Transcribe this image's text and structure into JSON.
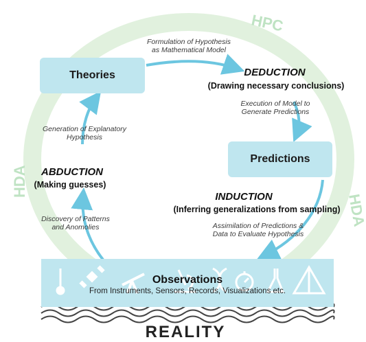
{
  "band_labels": {
    "top": "HPC",
    "left": "HDA",
    "right": "HDA"
  },
  "nodes": {
    "theories": "Theories",
    "predictions": "Predictions",
    "observations": "Observations",
    "observations_sub": "From Instruments, Sensors, Records, Visualizations etc."
  },
  "steps": {
    "formulation": [
      "Formulation of Hypothesis",
      "as Mathematical Model"
    ],
    "deduction_title": "DEDUCTION",
    "deduction_sub": "(Drawing necessary conclusions)",
    "execution": [
      "Execution of Model to",
      "Generate Predictions"
    ],
    "induction_title": "INDUCTION",
    "induction_sub": "(Inferring generalizations from sampling)",
    "assimilation": [
      "Assimilation of Predictions &",
      "Data to Evaluate Hypothesis"
    ],
    "discovery": [
      "Discovery of Patterns",
      "and Anomolies"
    ],
    "abduction_title": "ABDUCTION",
    "abduction_sub": "(Making guesses)",
    "generation": [
      "Generation of Explanatory",
      "Hypothesis"
    ]
  },
  "icons": [
    "thermometer-icon",
    "satellite-icon",
    "telescope-icon",
    "microscope-icon",
    "dna-icon",
    "stopwatch-icon",
    "flask-icon",
    "pyramid-icon"
  ],
  "footer": "REALITY",
  "colors": {
    "ring": "#dff0dc",
    "ring_text": "#bfe3c3",
    "box": "#bfe6ef",
    "arrow": "#6cc6e0"
  }
}
